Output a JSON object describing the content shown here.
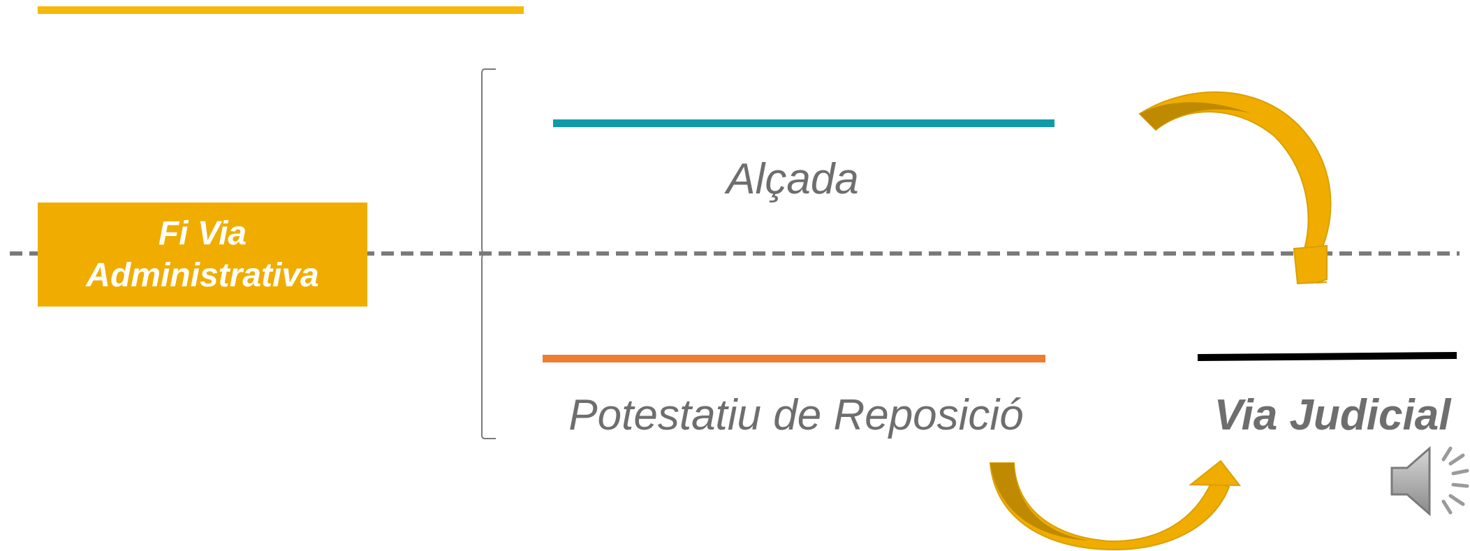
{
  "diagram": {
    "fi_box": {
      "line1": "Fi Via",
      "line2": "Administrativa"
    },
    "labels": {
      "alcada": "Alçada",
      "potestatiu": "Potestatiu de Reposició",
      "via_judicial": "Via Judicial"
    },
    "colors": {
      "gold": "#f0ad00",
      "gold_dark": "#c08a00",
      "teal": "#0f9aa8",
      "orange": "#ed7d31",
      "gray_text": "#6e6e6e",
      "dash": "#7a7a7a",
      "black": "#000000"
    },
    "icons": {
      "speaker": "speaker-icon",
      "arrow_top": "curved-arrow-icon",
      "arrow_bottom": "curved-arrow-icon"
    }
  }
}
